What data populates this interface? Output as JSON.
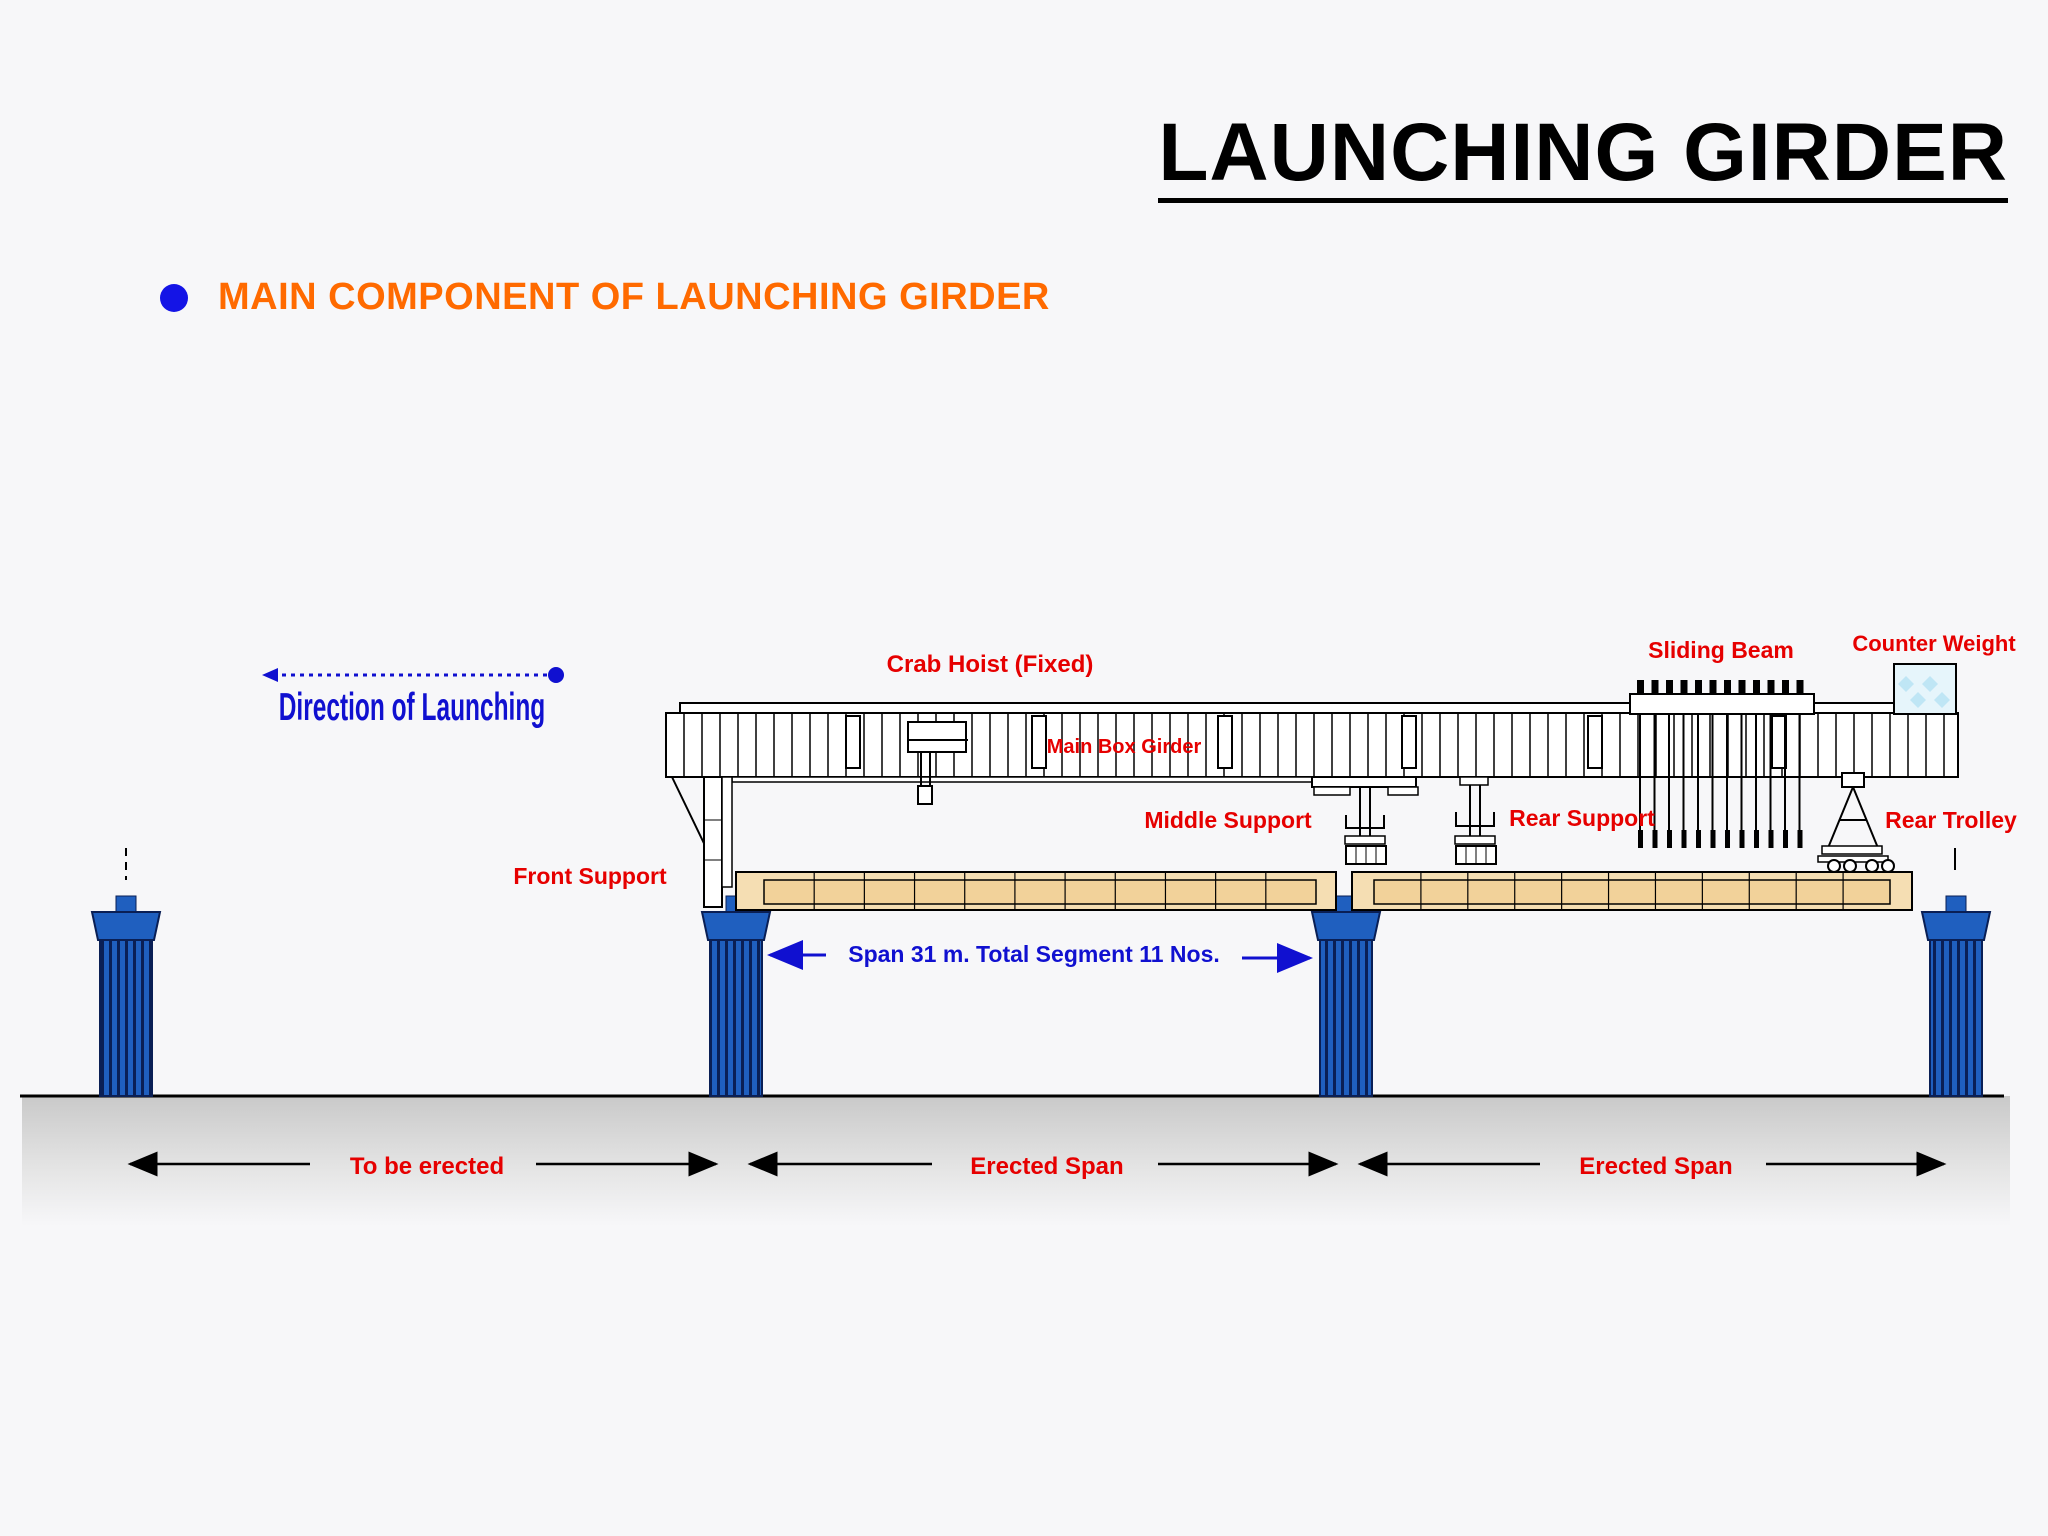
{
  "slide": {
    "title": "LAUNCHING GIRDER",
    "subtitle": "MAIN COMPONENT OF LAUNCHING GIRDER",
    "direction_label": "Direction of Launching"
  },
  "labels": {
    "crab_hoist": "Crab Hoist (Fixed)",
    "sliding_beam": "Sliding Beam",
    "counter_weight": "Counter Weight",
    "main_box_girder": "Main Box Girder",
    "middle_support": "Middle Support",
    "rear_support": "Rear Support",
    "rear_trolley": "Rear Trolley",
    "front_support": "Front Support",
    "span_note": "Span 31 m. Total Segment 11 Nos."
  },
  "spans": {
    "to_be_erected": "To be erected",
    "erected_1": "Erected Span",
    "erected_2": "Erected Span"
  },
  "colors": {
    "label_red": "#e60000",
    "label_blue": "#1010d0",
    "subtitle_orange": "#ff6a00",
    "pier_blue": "#1f5fbf",
    "pier_dark": "#0a1f55",
    "segment_fill": "#f5deb3"
  }
}
